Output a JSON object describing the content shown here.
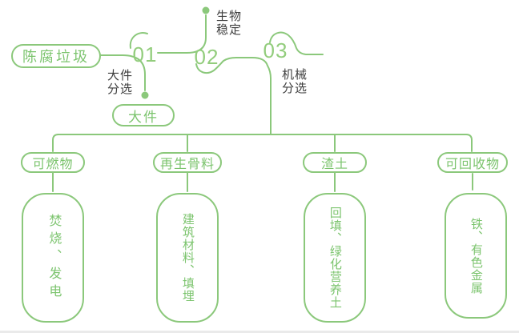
{
  "palette": {
    "line_green": "#8bc87b",
    "text_green": "#7cc46e",
    "number_green": "#93cd7d",
    "label_dark": "#3d3d3d",
    "divider_gray": "#eaeaea",
    "background": "#ffffff"
  },
  "flow": {
    "source": "陈腐垃圾",
    "steps": [
      {
        "number": "01",
        "label": [
          "大件",
          "分选"
        ],
        "output": "大件"
      },
      {
        "number": "02",
        "label": [
          "生物",
          "稳定"
        ]
      },
      {
        "number": "03",
        "label": [
          "机械",
          "分选"
        ]
      }
    ]
  },
  "branches": [
    {
      "category": "可燃物",
      "result": "焚烧、发电"
    },
    {
      "category": "再生骨料",
      "result": "建筑材料、填埋"
    },
    {
      "category": "渣土",
      "result": "回填、绿化营养土"
    },
    {
      "category": "可回收物",
      "result": "铁、有色金属"
    }
  ]
}
